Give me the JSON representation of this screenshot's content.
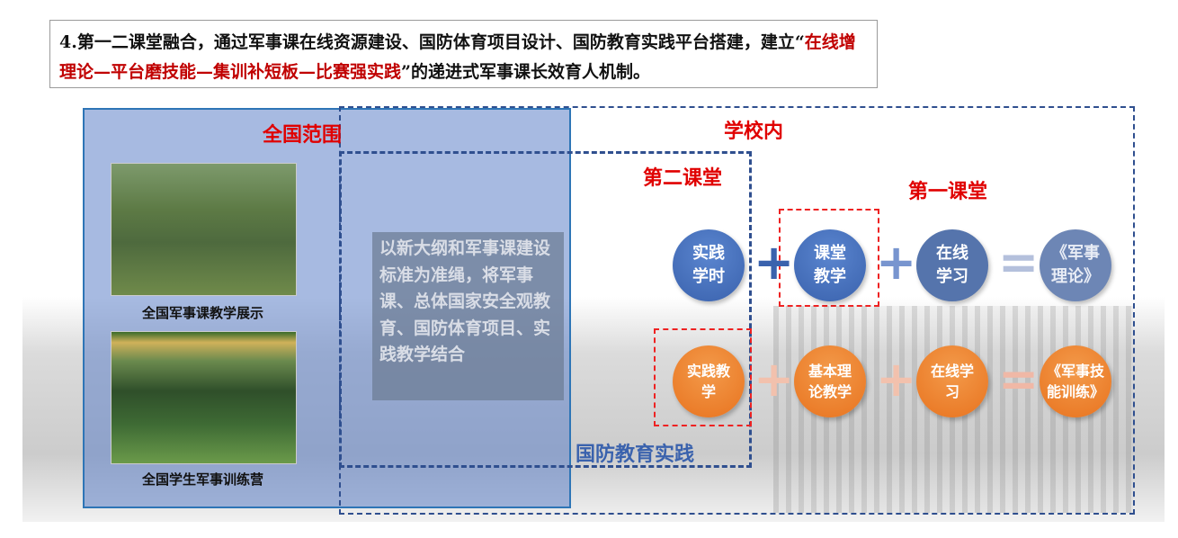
{
  "header": {
    "prefix": "4.第一二课堂融合，通过军事课在线资源建设、国防体育项目设计、国防教育实践平台搭建，建立“",
    "highlight": "在线增理论—平台磨技能—集训补短板—比赛强实践",
    "suffix": "”的递进式军事课长效育人机制。"
  },
  "labels": {
    "national": "全国范围",
    "school": "学校内",
    "second_class": "第二课堂",
    "first_class": "第一课堂",
    "defense_practice": "国防教育实践"
  },
  "photos": [
    {
      "caption": "全国军事课教学展示"
    },
    {
      "caption": "全国学生军事训练营"
    }
  ],
  "description": "以新大纲和军事课建设标准为准绳，将军事课、总体国家安全观教育、国防体育项目、实践教学结合",
  "rows": {
    "theory": {
      "items": [
        "实践学时",
        "课堂教学",
        "在线学习"
      ],
      "result": "《军事理论》",
      "plus": "+",
      "equals": "="
    },
    "skills": {
      "items": [
        "实践教学",
        "基本理论教学",
        "在线学习"
      ],
      "result": "《军事技能训练》",
      "plus": "+",
      "equals": "="
    }
  },
  "colors": {
    "red": "#e00000",
    "blue": "#3a62ad",
    "orange": "#e8731f"
  }
}
